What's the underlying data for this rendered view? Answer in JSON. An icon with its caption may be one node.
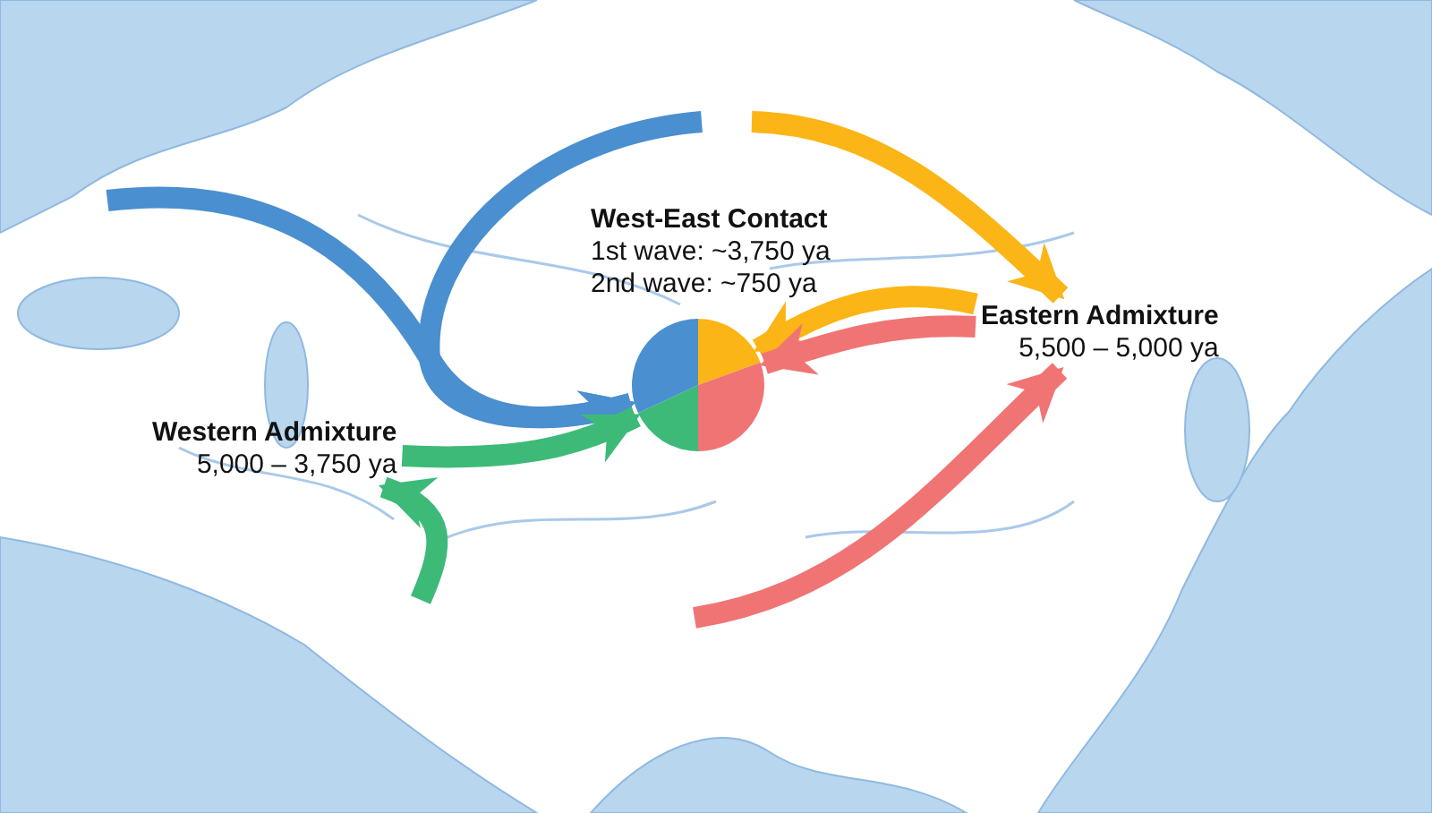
{
  "diagram": {
    "nodes": [
      {
        "text": [
          "West-East Contact",
          "1st wave: ~3,750 ya",
          "2nd wave: ~750 ya"
        ]
      },
      {
        "text": [
          "Eastern Admixture",
          "5,500 – 5,000 ya"
        ]
      },
      {
        "text": [
          "Western Admixture",
          "5,000 – 3,750 ya"
        ]
      },
      {
        "text": [],
        "shape": "circle"
      }
    ],
    "edges": [
      {
        "from": null,
        "to": 3,
        "arrow": "to",
        "color": "#4a8fcf"
      },
      {
        "from": null,
        "to": 3,
        "arrow": "to",
        "color": "#4a8fcf"
      },
      {
        "from": 2,
        "to": 3,
        "arrow": "to",
        "color": "#3dba78"
      },
      {
        "from": null,
        "to": 1,
        "arrow": "to",
        "color": "#fbb516"
      },
      {
        "from": 1,
        "to": 3,
        "arrow": "to",
        "color": "#fbb516"
      },
      {
        "from": 1,
        "to": 3,
        "arrow": "to",
        "color": "#f07474"
      },
      {
        "from": null,
        "to": 1,
        "arrow": "to",
        "color": "#f07474"
      },
      {
        "from": null,
        "to": 2,
        "arrow": "to",
        "color": "#3dba78"
      }
    ]
  }
}
